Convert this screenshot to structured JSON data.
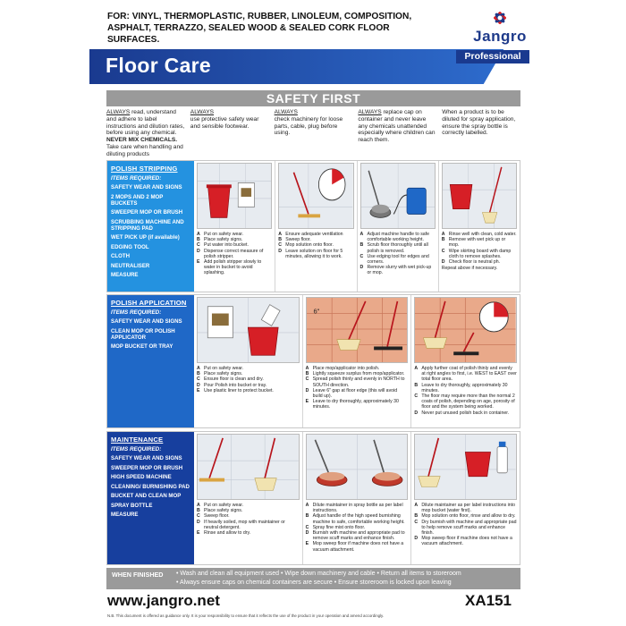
{
  "header": {
    "surfaces": "FOR: VINYL, THERMOPLASTIC, RUBBER, LINOLEUM, COMPOSITION, ASPHALT, TERRAZZO, SEALED WOOD & SEALED CORK FLOOR SURFACES.",
    "brand": "Jangro",
    "banner_title": "Floor Care",
    "professional": "Professional"
  },
  "colors": {
    "banner": "#1a3a8f",
    "stripping": "#2492e0",
    "application": "#1f68c7",
    "maintenance": "#173f9e",
    "grey_bar": "#9a9a9a",
    "bucket_red": "#d61f26"
  },
  "safety": {
    "title": "SAFETY FIRST",
    "columns": [
      {
        "always": "ALWAYS",
        "text": " read, understand and adhere to label instructions and dilution rates, before using any chemical.",
        "never": "NEVER MIX CHEMICALS.",
        "extra": "Take care when handling and diluting products"
      },
      {
        "always": "ALWAYS",
        "text": "use protective safety wear and sensible footwear."
      },
      {
        "always": "ALWAYS",
        "text": "check machinery for loose parts, cable, plug before using."
      },
      {
        "always": "ALWAYS",
        "text": " replace cap on container and never leave any chemicals unattended especially where children can reach them."
      },
      {
        "always": "",
        "text": "When a product is to be diluted for spray application, ensure the spray bottle is correctly labelled."
      }
    ]
  },
  "sections": {
    "stripping": {
      "title": "POLISH STRIPPING",
      "items_label": "ITEMS REQUIRED:",
      "items": [
        "SAFETY WEAR AND SIGNS",
        "2 MOPS AND 2 MOP BUCKETS",
        "SWEEPER MOP OR BRUSH",
        "SCRUBBING MACHINE AND STRIPPING PAD",
        "WET PICK UP (if available)",
        "EDGING TOOL",
        "CLOTH",
        "NEUTRALISER",
        "MEASURE"
      ],
      "panels": [
        {
          "steps": [
            [
              "A",
              "Put on safety wear."
            ],
            [
              "B",
              "Place safety signs."
            ],
            [
              "C",
              "Put water into bucket."
            ],
            [
              "D",
              "Dispense correct measure of polish stripper."
            ],
            [
              "E",
              "Add polish stripper slowly to water in bucket to avoid splashing."
            ]
          ]
        },
        {
          "steps": [
            [
              "A",
              "Ensure adequate ventilation"
            ],
            [
              "B",
              "Sweep floor."
            ],
            [
              "C",
              "Mop solution onto floor."
            ],
            [
              "D",
              "Leave solution on floor for 5 minutes, allowing it to work."
            ]
          ]
        },
        {
          "steps": [
            [
              "A",
              "Adjust machine handle to safe comfortable working height."
            ],
            [
              "B",
              "Scrub floor thoroughly until all polish is removed."
            ],
            [
              "C",
              "Use edging tool for edges and corners."
            ],
            [
              "D",
              "Remove slurry with wet pick-up or mop."
            ]
          ]
        },
        {
          "steps": [
            [
              "A",
              "Rinse well with clean, cold water."
            ],
            [
              "B",
              "Remove with wet pick up or mop."
            ],
            [
              "C",
              "Wipe skirting board with damp cloth to remove splashes."
            ],
            [
              "D",
              "Check floor is neutral ph."
            ]
          ],
          "note": "Repeat above if necessary."
        }
      ]
    },
    "application": {
      "title": "POLISH APPLICATION",
      "items_label": "ITEMS REQUIRED:",
      "items": [
        "SAFETY WEAR AND SIGNS",
        "CLEAN MOP OR POLISH APPLICATOR",
        "MOP BUCKET OR TRAY"
      ],
      "panels": [
        {
          "steps": [
            [
              "A",
              "Put on safety wear."
            ],
            [
              "B",
              "Place safety signs."
            ],
            [
              "C",
              "Ensure floor is clean and dry."
            ],
            [
              "D",
              "Pour Polish into bucket or tray."
            ],
            [
              "E",
              "Use plastic liner to protect bucket."
            ]
          ]
        },
        {
          "steps": [
            [
              "A",
              "Place mop/applicator into polish."
            ],
            [
              "B",
              "Lightly squeeze surplus from mop/applicator."
            ],
            [
              "C",
              "Spread polish thinly and evenly in NORTH to SOUTH direction."
            ],
            [
              "D",
              "Leave 6\" gap at floor edge (this will avoid build up)."
            ],
            [
              "E",
              "Leave to dry thoroughly, approximately 30 minutes."
            ]
          ]
        },
        {
          "steps": [
            [
              "A",
              "Apply further coat of polish thinly and evenly at right angles to first, i.e. WEST to EAST over total floor area."
            ],
            [
              "B",
              "Leave to dry thoroughly, approximately 30 minutes."
            ],
            [
              "C",
              "The floor may require more than the normal 2 coats of polish, depending on age, porosity of floor and the system being worked."
            ],
            [
              "D",
              "Never put unused polish back in container."
            ]
          ]
        }
      ]
    },
    "maintenance": {
      "title": "MAINTENANCE",
      "items_label": "ITEMS REQUIRED:",
      "items": [
        "SAFETY WEAR AND SIGNS",
        "SWEEPER MOP OR BRUSH",
        "HIGH SPEED MACHINE",
        "CLEANING/ BURNISHING PAD",
        "BUCKET AND CLEAN MOP",
        "SPRAY BOTTLE",
        "MEASURE"
      ],
      "panels": [
        {
          "steps": [
            [
              "A",
              "Put on safety wear."
            ],
            [
              "B",
              "Place safety signs."
            ],
            [
              "C",
              "Sweep floor."
            ],
            [
              "D",
              "If heavily soiled, mop with maintainer or neutral detergent."
            ],
            [
              "E",
              "Rinse and allow to dry."
            ]
          ]
        },
        {
          "steps": [
            [
              "A",
              "Dilute maintainer in spray bottle as per label instructions."
            ],
            [
              "B",
              "Adjust handle of the high speed burnishing machine to safe, comfortable working height."
            ],
            [
              "C",
              "Spray fine mist onto floor."
            ],
            [
              "D",
              "Burnish with machine and appropriate pad to remove scuff marks and enhance finish."
            ],
            [
              "E",
              "Mop sweep floor if machine does not have a vacuum attachment."
            ]
          ]
        },
        {
          "steps": [
            [
              "A",
              "Dilute maintainer as per label instructions into mop bucket (water first)."
            ],
            [
              "B",
              "Mop solution onto floor, rinse and allow to dry."
            ],
            [
              "C",
              "Dry burnish with machine and appropriate pad to help remove scuff marks and enhance finish."
            ],
            [
              "D",
              "Mop sweep floor if machine does not have a vacuum attachment."
            ]
          ]
        }
      ]
    }
  },
  "finished": {
    "label": "WHEN FINISHED",
    "line1": "• Wash and clean all equipment used  • Wipe down machinery and cable  • Return all items to storeroom",
    "line2": "• Always ensure caps on chemical containers are secure  • Ensure storeroom is locked upon leaving"
  },
  "footer": {
    "website": "www.jangro.net",
    "code": "XA151",
    "note": "N.B. This document is offered as guidance only. It is your responsibility to ensure that it reflects the use of the product in your operation and amend accordingly."
  },
  "illustration_labels": {
    "gap": "6\""
  }
}
